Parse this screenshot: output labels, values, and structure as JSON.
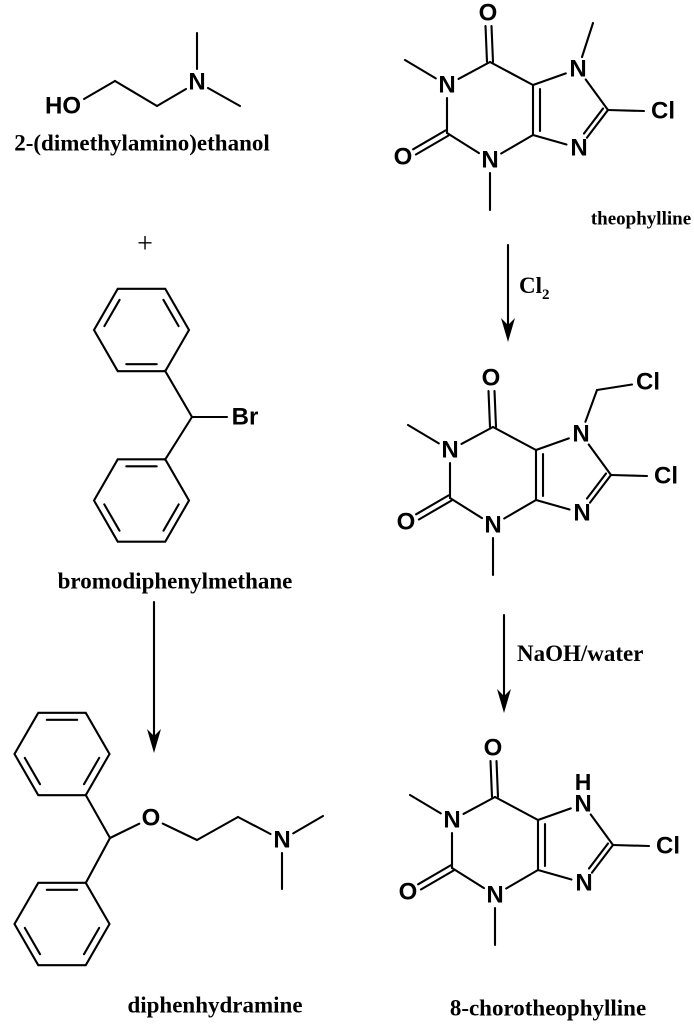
{
  "page": {
    "background": "#ffffff",
    "ink": "#000000"
  },
  "atoms": {
    "HO": "HO",
    "N": "N",
    "O": "O",
    "Cl": "Cl",
    "Br": "Br",
    "H": "H"
  },
  "molecules": {
    "dimethylaminoethanol": {
      "name": "2-(dimethylamino)ethanol"
    },
    "theophylline": {
      "name": "theophylline"
    },
    "bromodiphenylmethane": {
      "name": "bromodiphenylmethane"
    },
    "diphenhydramine": {
      "name": "diphenhydramine"
    },
    "chlorotheophylline": {
      "name": "8-chorotheophylline"
    }
  },
  "operators": {
    "plus": "+"
  },
  "reagents": {
    "chlorination": {
      "formula": "Cl",
      "subscript": "2"
    },
    "hydrolysis": "NaOH/water"
  }
}
